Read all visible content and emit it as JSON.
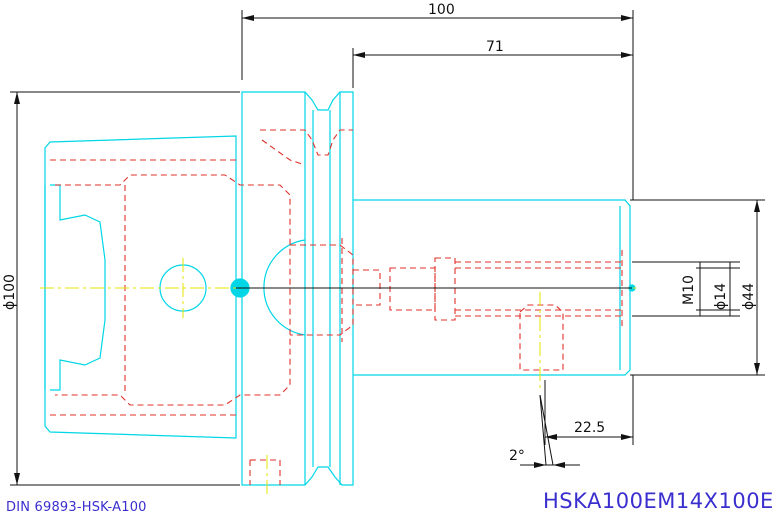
{
  "dimensions": {
    "overall_length": "100",
    "shank_length": "71",
    "flange_diameter": "ϕ100",
    "thread": "M10",
    "bore_diameter": "ϕ14",
    "body_diameter": "ϕ44",
    "offset": "22.5",
    "angle": "2°"
  },
  "captions": {
    "standard": "DIN 69893-HSK-A100",
    "part_number": "HSKA100EM14X100E"
  },
  "colors": {
    "outline": "#00d6e6",
    "hidden_lines": "#e0302a",
    "center_lines": "#e6e600",
    "dimension_lines": "#111111",
    "caption": "#3a2ecf"
  }
}
